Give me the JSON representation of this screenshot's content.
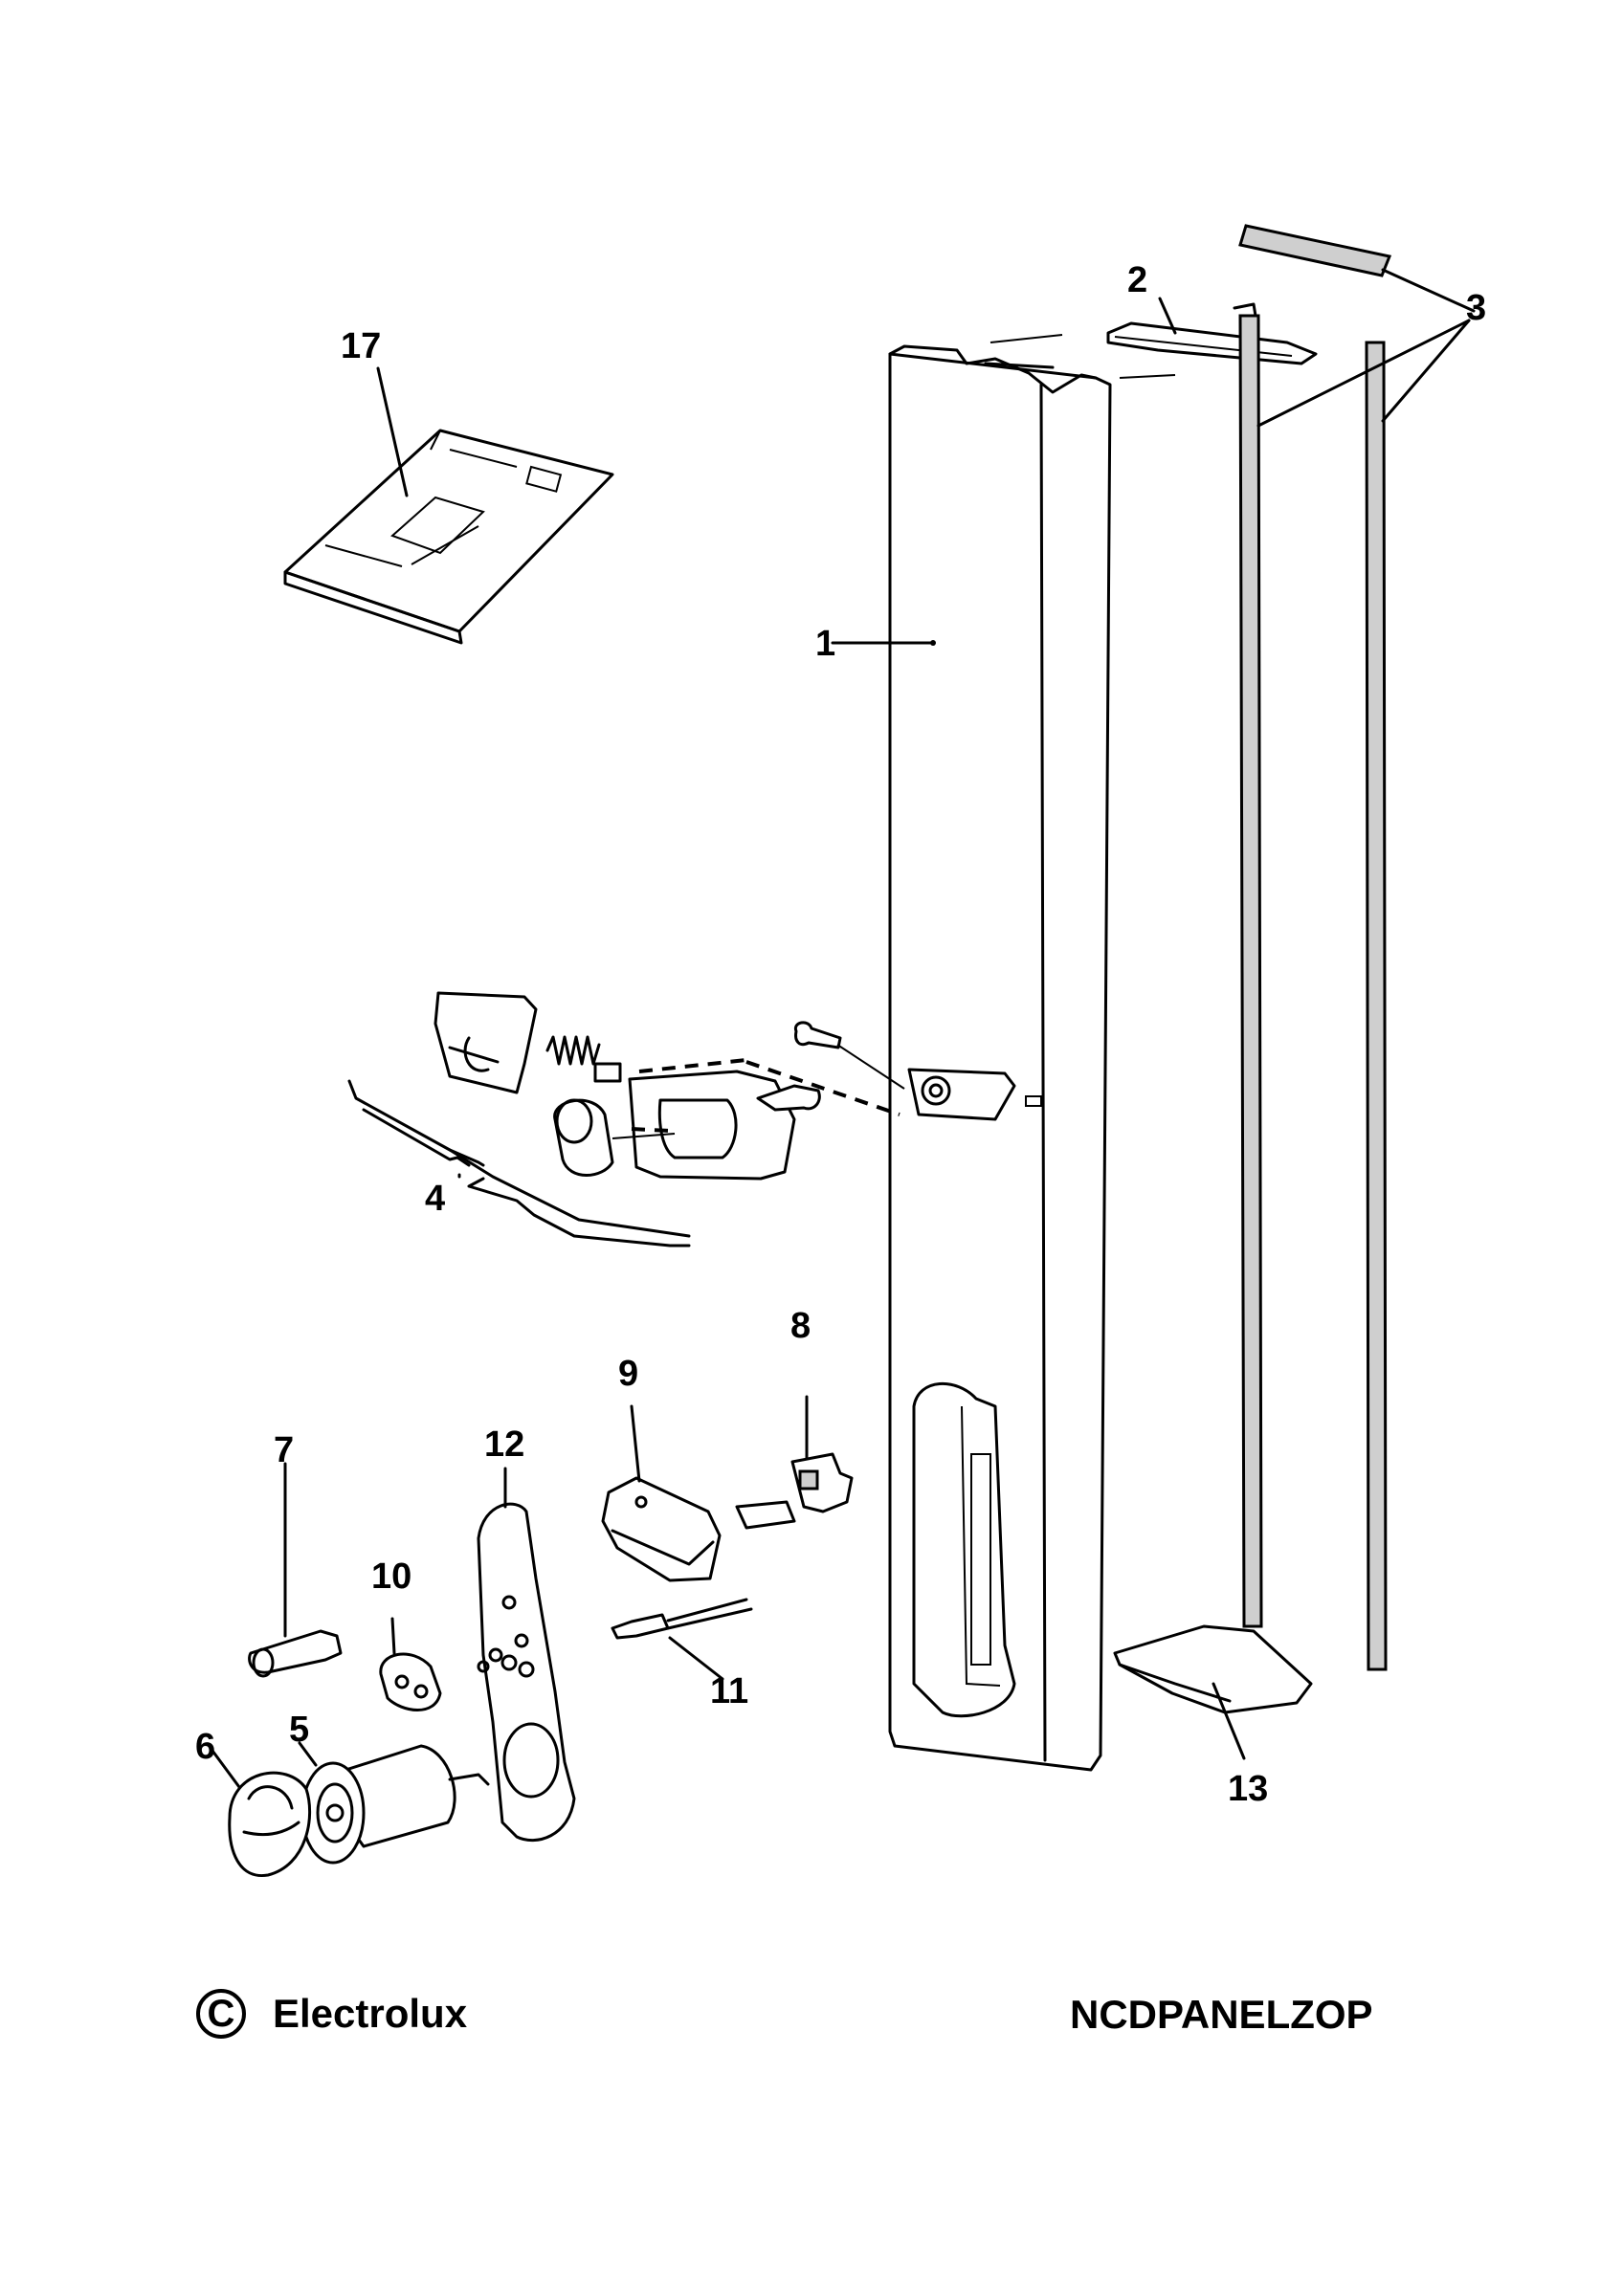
{
  "diagram": {
    "callouts": [
      {
        "id": "1",
        "text": "1"
      },
      {
        "id": "2",
        "text": "2"
      },
      {
        "id": "3",
        "text": "3"
      },
      {
        "id": "4",
        "text": "4"
      },
      {
        "id": "5",
        "text": "5"
      },
      {
        "id": "6",
        "text": "6"
      },
      {
        "id": "7",
        "text": "7"
      },
      {
        "id": "8",
        "text": "8"
      },
      {
        "id": "9",
        "text": "9"
      },
      {
        "id": "10",
        "text": "10"
      },
      {
        "id": "11",
        "text": "11"
      },
      {
        "id": "12",
        "text": "12"
      },
      {
        "id": "13",
        "text": "13"
      },
      {
        "id": "17",
        "text": "17"
      }
    ]
  },
  "footer": {
    "copyright_symbol": "C",
    "brand": "Electrolux",
    "drawing_code": "NCDPANELZOP"
  }
}
